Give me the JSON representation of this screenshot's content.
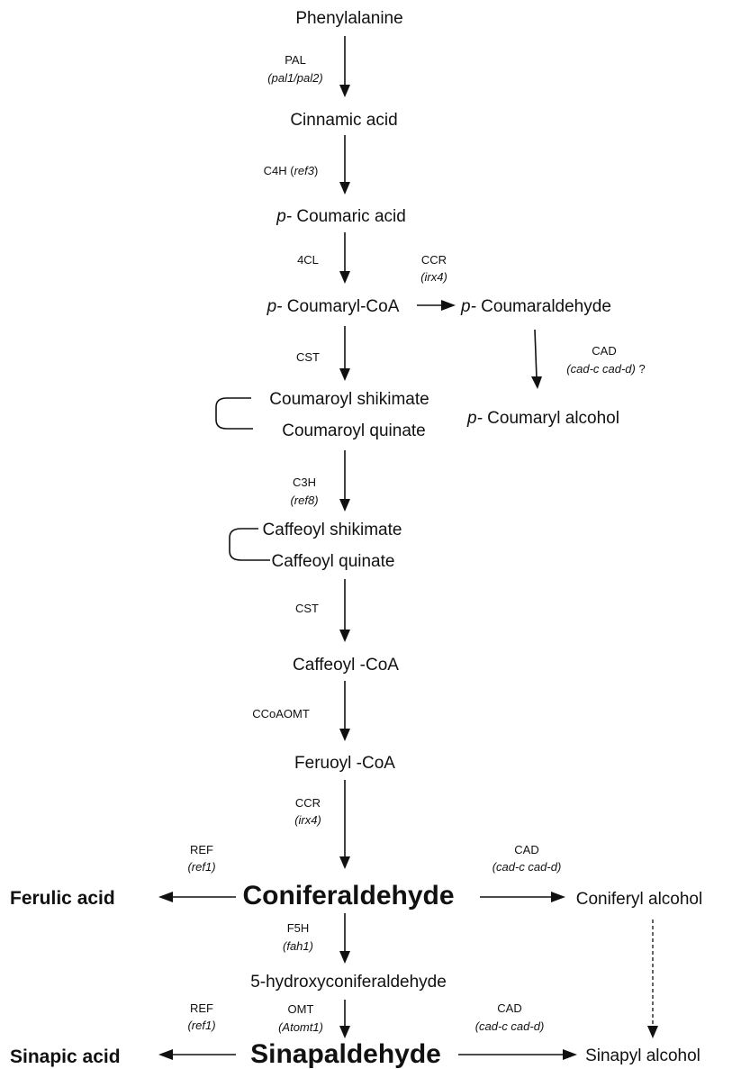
{
  "compounds": {
    "phenylalanine": "Phenylalanine",
    "cinnamic_acid": "Cinnamic acid",
    "p_coumaric_acid": {
      "prefix": "p-",
      "rest": " Coumaric acid"
    },
    "p_coumaryl_coa": {
      "prefix": "p-",
      "rest": " Coumaryl-CoA"
    },
    "p_coumaraldehyde": {
      "prefix": "p-",
      "rest": " Coumaraldehyde"
    },
    "p_coumaryl_alcohol": {
      "prefix": "p-",
      "rest": " Coumaryl alcohol"
    },
    "coumaroyl_shikimate": "Coumaroyl shikimate",
    "coumaroyl_quinate": "Coumaroyl quinate",
    "caffeoyl_shikimate": "Caffeoyl shikimate",
    "caffeoyl_quinate": "Caffeoyl quinate",
    "caffeoyl_coa": "Caffeoyl -CoA",
    "feruoyl_coa": "Feruoyl -CoA",
    "coniferaldehyde": "Coniferaldehyde",
    "ferulic_acid": "Ferulic acid",
    "coniferyl_alcohol": "Coniferyl alcohol",
    "hydroxyconiferaldehyde": "5-hydroxyconiferaldehyde",
    "sinapaldehyde": "Sinapaldehyde",
    "sinapic_acid": "Sinapic acid",
    "sinapyl_alcohol": "Sinapyl alcohol"
  },
  "enzymes": {
    "pal": {
      "name": "PAL",
      "gene": "(pal1/pal2)"
    },
    "c4h": {
      "name": "C4H (",
      "gene": "ref3",
      "close": ")"
    },
    "cl4": {
      "name": "4CL"
    },
    "ccr_top": {
      "name": "CCR",
      "gene": "(irx4)"
    },
    "cst_1": {
      "name": "CST"
    },
    "cad_top": {
      "name": "CAD",
      "gene": "(cad-c cad-d)",
      "suffix": " ?"
    },
    "c3h": {
      "name": "C3H",
      "gene": "(ref8)"
    },
    "cst_2": {
      "name": "CST"
    },
    "ccoaomt": {
      "name": "CCoAOMT"
    },
    "ccr_mid": {
      "name": "CCR",
      "gene": "(irx4)"
    },
    "ref_mid": {
      "name": "REF",
      "gene": "(ref1)"
    },
    "cad_mid": {
      "name": "CAD",
      "gene": "(cad-c cad-d)"
    },
    "f5h": {
      "name": "F5H",
      "gene": "(fah1)"
    },
    "omt": {
      "name": "OMT",
      "gene": "(Atomt1)"
    },
    "ref_bot": {
      "name": "REF",
      "gene": "(ref1)"
    },
    "cad_bot": {
      "name": "CAD",
      "gene": "(cad-c cad-d)"
    }
  }
}
